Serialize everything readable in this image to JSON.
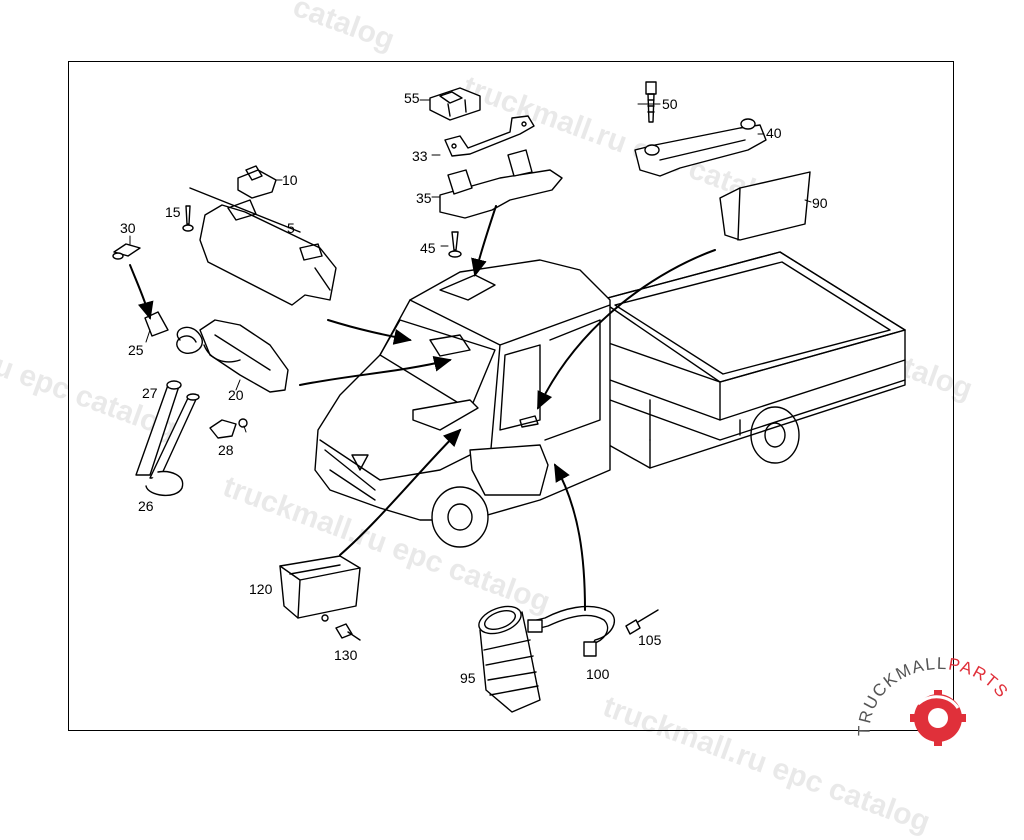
{
  "diagram": {
    "callouts": [
      "55",
      "50",
      "40",
      "33",
      "10",
      "35",
      "90",
      "15",
      "5",
      "45",
      "30",
      "25",
      "20",
      "27",
      "28",
      "26",
      "120",
      "130",
      "95",
      "100",
      "105"
    ]
  },
  "watermark": {
    "text_catalog": "catalog",
    "text_ru": "truckmall.ru epc catalog",
    "text_epc": "l.ru epc catalog",
    "text_ru2": "ckmall.ru epc catalog",
    "text_epc2": "ru epc catalog",
    "text_truck": "truckmall.ru epc c",
    "text_truck2": "truckmall.ru epc catalog",
    "text_truck3": "truckmall.ru epc catalog",
    "text_truck4": "truckmall.ru epc catalog",
    "text_truck5": "truckmall.ru epc catalog"
  },
  "logo": {
    "brand": "TRUCKMALL",
    "brand_accent": "PARTS",
    "accent_color": "#e0303a"
  }
}
